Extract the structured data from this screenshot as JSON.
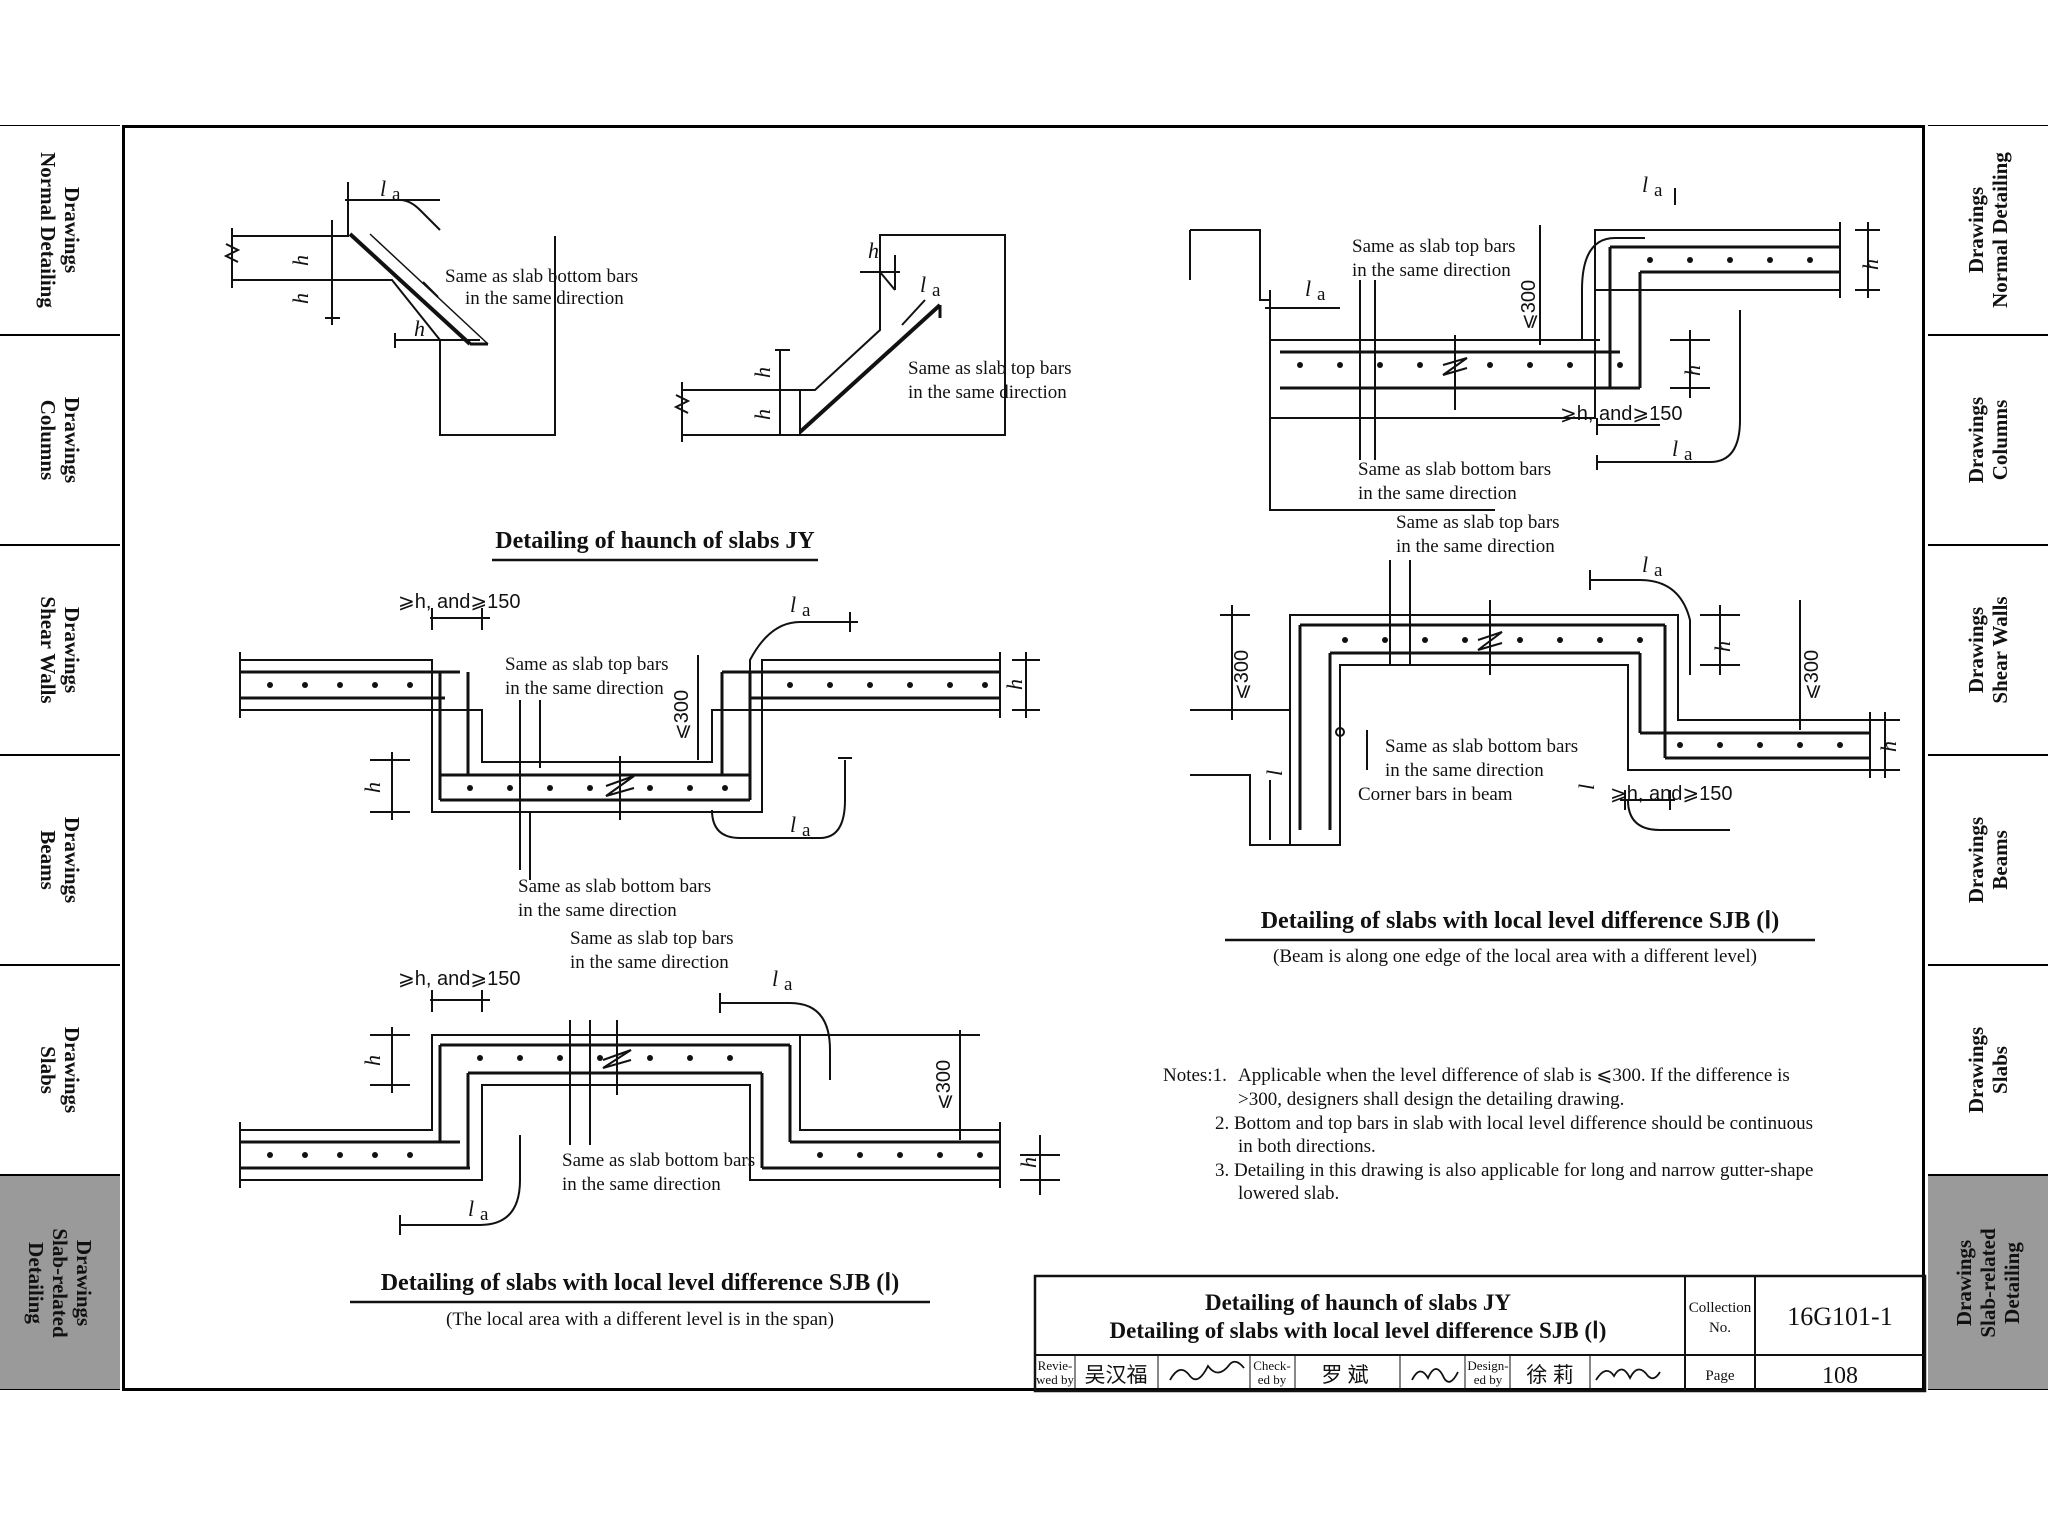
{
  "side_tabs": [
    {
      "line1": "Drawings",
      "line2": "Normal Detailing",
      "line3": ""
    },
    {
      "line1": "Drawings",
      "line2": "Columns",
      "line3": ""
    },
    {
      "line1": "Drawings",
      "line2": "Shear Walls",
      "line3": ""
    },
    {
      "line1": "Drawings",
      "line2": "Beams",
      "line3": ""
    },
    {
      "line1": "Drawings",
      "line2": "Slabs",
      "line3": ""
    },
    {
      "line1": "Drawings",
      "line2": "Slab-related",
      "line3": "Detailing"
    }
  ],
  "labels": {
    "la": "l",
    "la_sub": "a",
    "h": "h",
    "bottom_bars_1": "Same as slab bottom bars",
    "bottom_bars_2": "in the same direction",
    "top_bars_1": "Same as slab top bars",
    "top_bars_2": "in the same direction",
    "ge_h_150": "⩾h, and⩾150",
    "le_300": "⩽300",
    "corner_bars": "Corner bars in beam"
  },
  "titles": {
    "jy": "Detailing of haunch of slabs JY",
    "sjb_span": "Detailing of slabs with local level difference SJB (Ⅰ)",
    "sjb_span_sub": "(The local area with a different level is in the span)",
    "sjb_beam": "Detailing of slabs with local level difference SJB (Ⅰ)",
    "sjb_beam_sub": "(Beam is along one edge of the local area with a different level)"
  },
  "notes": {
    "lead": "Notes:1.",
    "n1a": "Applicable when the level difference of slab is ⩽300. If the difference is",
    "n1b": ">300, designers shall design the detailing drawing.",
    "n2a": "2. Bottom and top bars in slab with local level difference should be continuous",
    "n2b": "in both directions.",
    "n3a": "3. Detailing in this drawing is also applicable for long and narrow gutter-shape",
    "n3b": "lowered slab."
  },
  "title_block": {
    "title1": "Detailing of haunch of slabs JY",
    "title2": "Detailing of slabs with local level difference SJB (Ⅰ)",
    "collection_label_1": "Collection",
    "collection_label_2": "No.",
    "collection_no": "16G101-1",
    "reviewed_1": "Revie-",
    "reviewed_2": "wed by",
    "reviewer": "吴汉福",
    "checked_1": "Check-",
    "checked_2": "ed by",
    "checker": "罗 斌",
    "designed_1": "Design-",
    "designed_2": "ed by",
    "designer": "徐 莉",
    "page_label": "Page",
    "page_no": "108"
  },
  "active_tab": 5
}
